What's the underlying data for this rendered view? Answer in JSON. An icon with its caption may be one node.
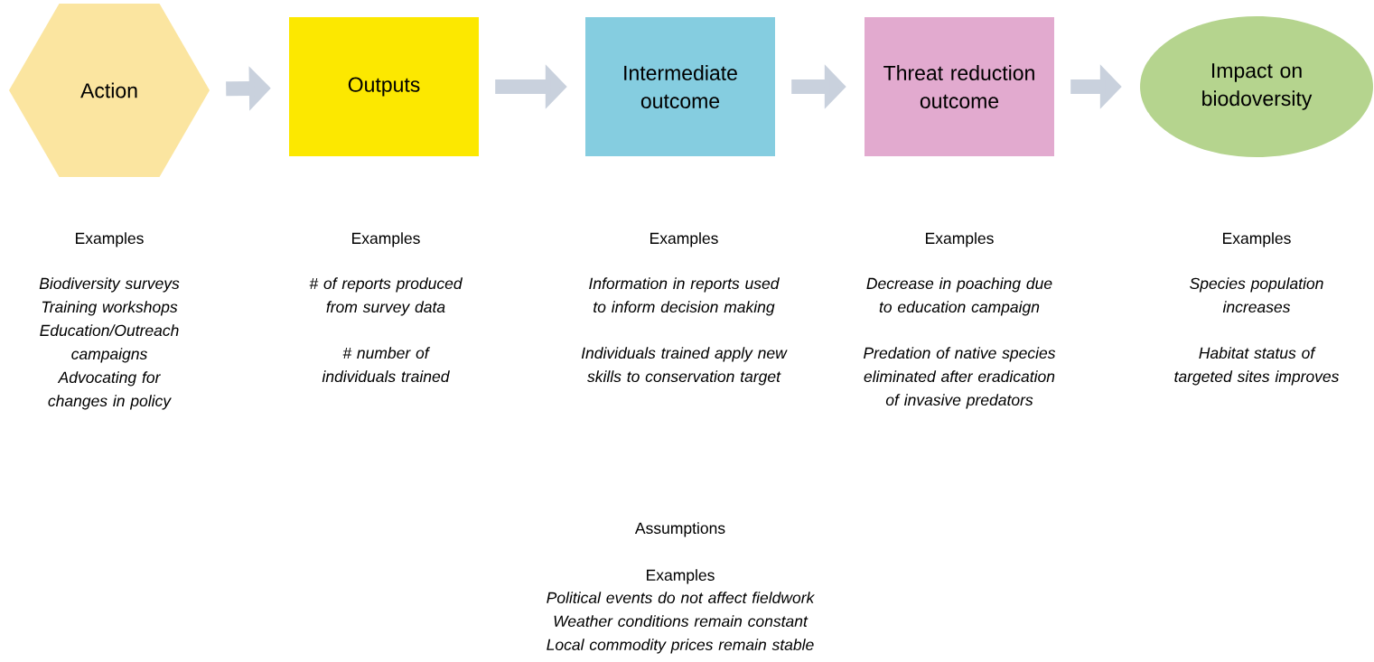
{
  "diagram": {
    "nodes": [
      {
        "text": [
          "Action"
        ]
      },
      {
        "text": [
          "Outputs"
        ]
      },
      {
        "text": [
          "Intermediate outcome"
        ]
      },
      {
        "text": [
          "Threat reduction outcome"
        ]
      },
      {
        "text": [
          "Impact on biodoversity"
        ]
      }
    ],
    "edges": [
      {
        "from": 0,
        "to": 1,
        "arrow": "to"
      },
      {
        "from": 1,
        "to": 2,
        "arrow": "to"
      },
      {
        "from": 2,
        "to": 3,
        "arrow": "to"
      },
      {
        "from": 3,
        "to": 4,
        "arrow": "to"
      }
    ],
    "labels": [
      "Examples",
      "Biodiversity surveys",
      "Training workshops",
      "Education/Outreach campaigns",
      "Advocating for changes in policy",
      "Examples",
      "# of reports produced from survey data",
      "# number of individuals trained",
      "Examples",
      "Information in reports used to inform decision making",
      "Individuals trained apply new skills to conservation target",
      "Examples",
      "Decrease in poaching due to education campaign",
      "Predation of native species eliminated after eradication of invasive predators",
      "Examples",
      "Species population increases",
      "Habitat status of targeted sites improves",
      "Assumptions",
      "Examples",
      "Political events do not affect  fieldwork",
      "Weather conditions remain constant",
      "Local commodity prices remain stable"
    ]
  }
}
